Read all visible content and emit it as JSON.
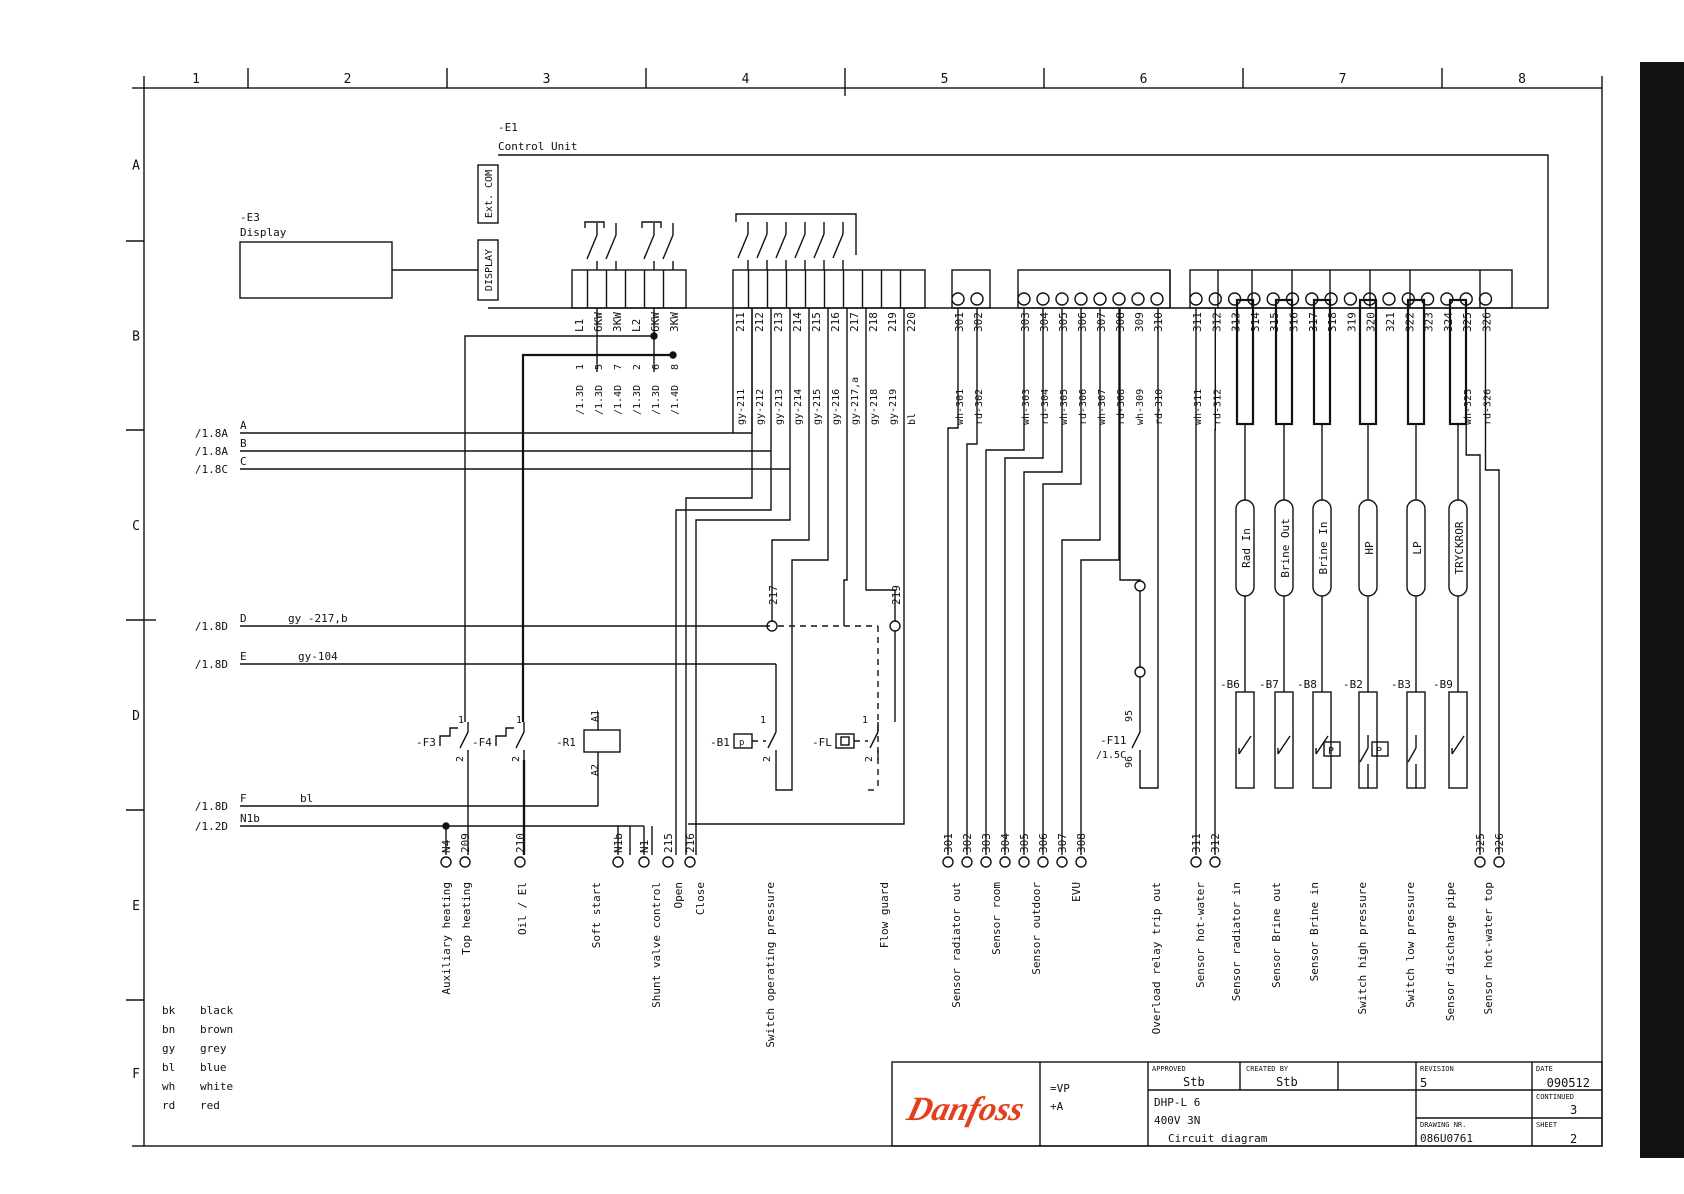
{
  "frame": {
    "columns": [
      "1",
      "2",
      "3",
      "4",
      "5",
      "6",
      "7",
      "8"
    ],
    "rows": [
      "A",
      "B",
      "C",
      "D",
      "E",
      "F"
    ]
  },
  "control_unit": {
    "tag": "-E1",
    "name": "Control Unit",
    "port_ext": "Ext. COM",
    "port_display": "DISPLAY"
  },
  "display_unit": {
    "tag": "-E3",
    "name": "Display"
  },
  "top_terminals": [
    "L1",
    "6KW",
    "3KW",
    "L2",
    "6KW",
    "3KW",
    "211",
    "212",
    "213",
    "214",
    "215",
    "216",
    "217",
    "218",
    "219",
    "220",
    "301",
    "302",
    "303",
    "304",
    "305",
    "306",
    "307",
    "308",
    "309",
    "310",
    "311",
    "312",
    "313",
    "314",
    "315",
    "316",
    "317",
    "318",
    "319",
    "320",
    "321",
    "322",
    "323",
    "324",
    "325",
    "326"
  ],
  "heater_refs": {
    "nums": [
      "1",
      "5",
      "7",
      "2",
      "6",
      "8"
    ],
    "refs": [
      "/1.3D",
      "/1.3D",
      "/1.4D",
      "/1.3D",
      "/1.3D",
      "/1.4D"
    ]
  },
  "wire_labels": [
    "gy-211",
    "gy-212",
    "gy-213",
    "gy-214",
    "gy-215",
    "gy-216",
    "gy-217,a",
    "gy-218",
    "gy-219",
    "bl",
    "wh-301",
    "rd-302",
    "wh-303",
    "rd-304",
    "wh-305",
    "rd-306",
    "wh-307",
    "rd-308",
    "wh-309",
    "rd-310",
    "wh-311",
    "rd-312",
    "wh-325",
    "rd-326"
  ],
  "buses": [
    {
      "ref": "/1.8A",
      "label": "A",
      "wire": ""
    },
    {
      "ref": "/1.8A",
      "label": "B",
      "wire": ""
    },
    {
      "ref": "/1.8C",
      "label": "C",
      "wire": ""
    },
    {
      "ref": "/1.8D",
      "label": "D",
      "wire": "gy -217,b"
    },
    {
      "ref": "/1.8D",
      "label": "E",
      "wire": "gy-104"
    },
    {
      "ref": "/1.8D",
      "label": "F",
      "wire": "bl"
    },
    {
      "ref": "/1.2D",
      "label": "N1b",
      "wire": ""
    }
  ],
  "mid_terminals": [
    "217",
    "219"
  ],
  "sensors": [
    "Rad In",
    "Brine Out",
    "Brine In",
    "HP",
    "LP",
    "TRYCKROR"
  ],
  "sensor_tags": [
    "-B6",
    "-B7",
    "-B8",
    "-B2",
    "-B3",
    "-B9"
  ],
  "pressure_symbol": "P",
  "devices": {
    "f3": "-F3",
    "f4": "-F4",
    "r1": "-R1",
    "r1_a1": "A1",
    "r1_a2": "A2",
    "b1": "-B1",
    "b1_box": "p",
    "fl": "-FL",
    "f11": "-F11",
    "f11_ref": "/1.5C",
    "f11_top": "95",
    "f11_bottom": "96",
    "pin1": "1",
    "pin2": "2"
  },
  "bottom_terminals": [
    "N4",
    "209",
    "210",
    "N1b",
    "N1",
    "215",
    "216",
    "301",
    "302",
    "303",
    "304",
    "305",
    "306",
    "307",
    "308",
    "311",
    "312",
    "325",
    "326"
  ],
  "function_labels": [
    "Auxiliary heating",
    "Top heating",
    "Oil / El",
    "Soft start",
    "Shunt valve control",
    "Open",
    "Close",
    "Switch operating pressure",
    "Flow guard",
    "Sensor radiator out",
    "Sensor room",
    "Sensor outdoor",
    "EVU",
    "Overload relay trip out",
    "Sensor hot-water",
    "Sensor radiator in",
    "Sensor Brine out",
    "Sensor Brine in",
    "Switch high pressure",
    "Switch low pressure",
    "Sensor discharge pipe",
    "Sensor hot-water top"
  ],
  "legend": [
    {
      "code": "bk",
      "color": "black"
    },
    {
      "code": "bn",
      "color": "brown"
    },
    {
      "code": "gy",
      "color": "grey"
    },
    {
      "code": "bl",
      "color": "blue"
    },
    {
      "code": "wh",
      "color": "white"
    },
    {
      "code": "rd",
      "color": "red"
    }
  ],
  "title_block": {
    "logo": "Danfoss",
    "location_a": "=VP",
    "location_b": "+A",
    "approved_label": "APPROVED",
    "approved": "Stb",
    "created_label": "CREATED BY",
    "created": "Stb",
    "revision_label": "REVISION",
    "revision": "5",
    "date_label": "DATE",
    "date": "090512",
    "model": "DHP-L 6",
    "voltage": "400V 3N",
    "doc_type": "Circuit diagram",
    "continued_label": "CONTINUED",
    "continued": "3",
    "drawing_label": "DRAWING NR.",
    "drawing": "086U0761",
    "sheet_label": "SHEET",
    "sheet": "2"
  },
  "colors": {
    "ink": "#111111",
    "logo": "#e2401c",
    "bar": "#111111"
  }
}
